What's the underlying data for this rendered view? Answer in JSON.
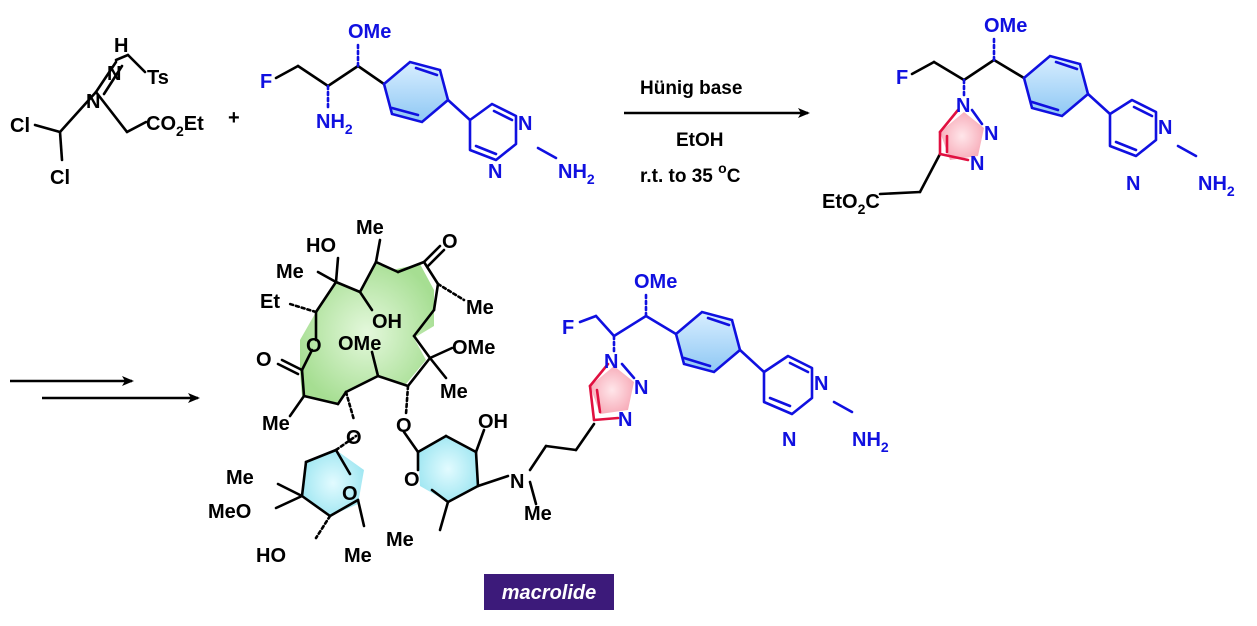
{
  "colors": {
    "ink": "#000000",
    "aryl_blue": "#1010e0",
    "triazole_pink": "#f07080",
    "macrocycle_green": "#b8e8a8",
    "sugar_cyan": "#a8ecf4",
    "badge_purple": "#3c1a7a"
  },
  "reactant1": {
    "NH": "H",
    "N_top": "N",
    "Ts": "Ts",
    "N_imine": "N",
    "Cl_left": "Cl",
    "Cl_bottom": "Cl",
    "ester": "CO",
    "ester_sub": "2",
    "ester_end": "Et"
  },
  "plus": "+",
  "reactant2": {
    "OMe": "OMe",
    "F": "F",
    "NH2": "NH",
    "NH2_sub": "2",
    "pyr_N1": "N",
    "pyr_N2": "N",
    "pyr_NH2": "NH",
    "pyr_NH2_sub": "2"
  },
  "conditions": {
    "line1": "Hünig base",
    "line2": "EtOH",
    "line3_a": "r.t. to 35 ",
    "line3_sup": "o",
    "line3_b": "C"
  },
  "product": {
    "OMe": "OMe",
    "F": "F",
    "N1": "N",
    "N2": "N",
    "N3": "N",
    "ester": "EtO",
    "ester_sub": "2",
    "ester_end": "C",
    "pyr_N1": "N",
    "pyr_N2": "N",
    "pyr_NH2": "NH",
    "pyr_NH2_sub": "2"
  },
  "macrolide": {
    "HO": "HO",
    "Me_top": "Me",
    "O_ketone": "O",
    "Me_left": "Me",
    "Et": "Et",
    "OH": "OH",
    "Me_right": "Me",
    "O_ring": "O",
    "O_lactone": "O",
    "OMe_inner": "OMe",
    "OMe_right": "OMe",
    "Me_quat": "Me",
    "Me_lower": "Me",
    "O_link1": "O",
    "O_link2": "O",
    "OH_sugar": "OH",
    "N_amine": "N",
    "Me_N": "Me",
    "O_sugar_right": "O",
    "Me_sugar_right": "Me",
    "O_sugar_left": "O",
    "Me_sugar_left": "Me",
    "MeO": "MeO",
    "HO_sugar": "HO",
    "Me_sugar_left_bottom": "Me",
    "side_OMe": "OMe",
    "side_F": "F",
    "side_N1": "N",
    "side_N2": "N",
    "side_N3": "N",
    "side_pyr_N1": "N",
    "side_pyr_N2": "N",
    "side_pyr_NH2": "NH",
    "side_pyr_NH2_sub": "2"
  },
  "badge": "macrolide"
}
